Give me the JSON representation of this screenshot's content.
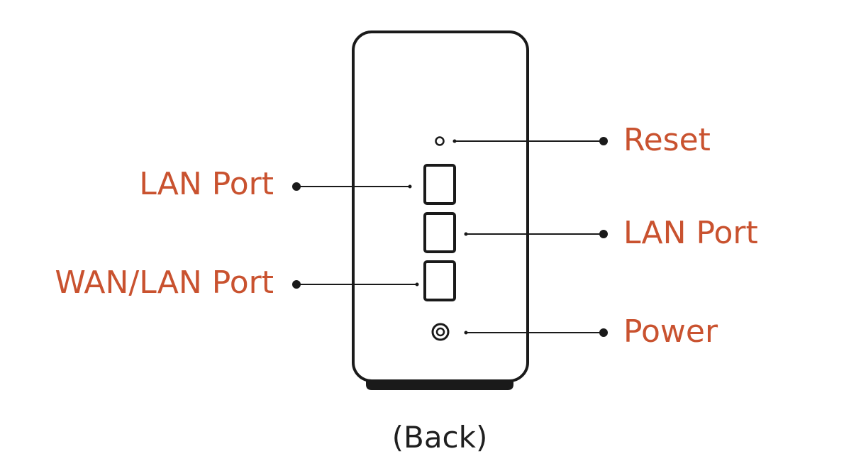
{
  "colors": {
    "label": "#c9522f",
    "outline": "#1a1a1a",
    "caption": "#1f1f1f"
  },
  "labels": {
    "reset": "Reset",
    "lan_port_left": "LAN Port",
    "lan_port_right": "LAN Port",
    "wan_lan_port": "WAN/LAN Port",
    "power": "Power"
  },
  "caption": "(Back)"
}
